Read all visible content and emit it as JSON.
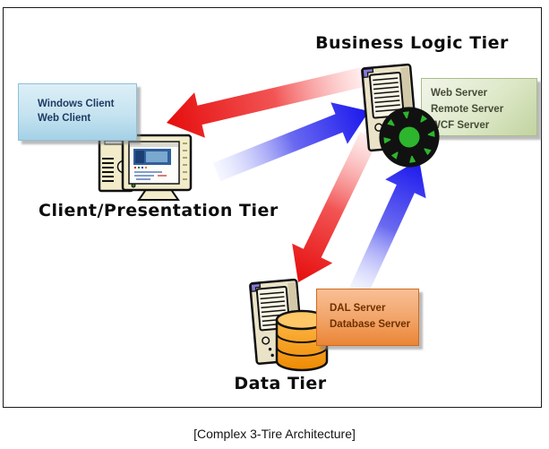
{
  "diagram": {
    "caption": "[Complex 3-Tire Architecture]",
    "tiers": {
      "business": {
        "title": "Business Logic Tier",
        "callout": {
          "lines": [
            "Web Server",
            "Remote Server",
            "WCF Server"
          ]
        },
        "icons": [
          "server-icon",
          "gear-icon"
        ]
      },
      "client": {
        "title": "Client/Presentation Tier",
        "callout": {
          "lines": [
            "Windows Client",
            "Web Client"
          ]
        },
        "icons": [
          "desktop-computer-icon"
        ]
      },
      "data": {
        "title": "Data Tier",
        "callout": {
          "lines": [
            "DAL Server",
            "Database Server"
          ]
        },
        "icons": [
          "server-icon",
          "database-icon"
        ]
      }
    },
    "arrows": [
      {
        "name": "business-to-client",
        "color": "#e60d0d",
        "direction": "down-left"
      },
      {
        "name": "client-to-business",
        "color": "#1a16ee",
        "direction": "up-right"
      },
      {
        "name": "business-to-data",
        "color": "#e60d0d",
        "direction": "down-left"
      },
      {
        "name": "data-to-business",
        "color": "#1a16ee",
        "direction": "up-right"
      }
    ],
    "colors": {
      "client_callout_bg": "#bfe0ef",
      "client_callout_text": "#1f3a63",
      "business_callout_bg": "#d8e5bd",
      "business_callout_text": "#464c36",
      "data_callout_bg": "#f09a55",
      "data_callout_text": "#6f3000",
      "gear_green": "#2db52d",
      "database_orange": "#f79a1f",
      "arrow_red": "#e60d0d",
      "arrow_blue": "#1a16ee",
      "frame_border": "#1a1a1a"
    }
  }
}
